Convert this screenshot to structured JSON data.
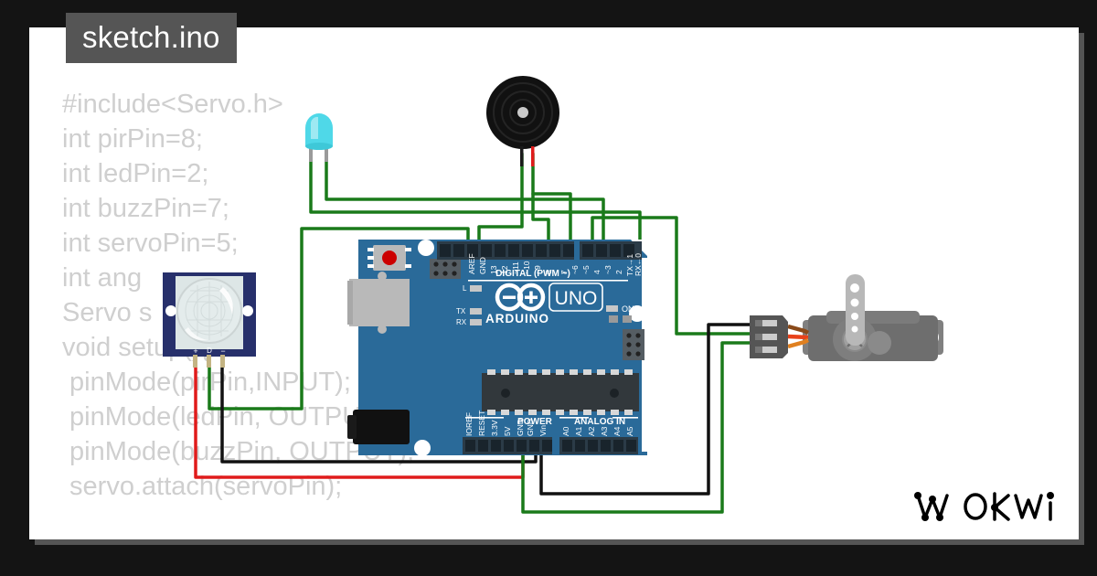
{
  "window": {
    "background_color": "#141414",
    "canvas_color": "#ffffff",
    "shadow_color": "#555555"
  },
  "file_tab": {
    "label": "sketch.ino",
    "background_color": "#555555",
    "text_color": "#ffffff"
  },
  "code": {
    "color": "#cfcfcf",
    "text": "#include<Servo.h>\nint pirPin=8;\nint ledPin=2;\nint buzzPin=7;\nint servoPin=5;\nint ang\nServo s\nvoid setup(){\n pinMode(pirPin,INPUT);\n pinMode(ledPin, OUTPUT);\n pinMode(buzzPin, OUTPUT);\n servo.attach(servoPin);"
  },
  "brand": {
    "name": "Wokwi",
    "color": "#000000"
  },
  "board": {
    "name": "Arduino Uno",
    "silk_brand": "ARDUINO",
    "silk_model": "UNO",
    "pcb_color": "#2a6a99",
    "header_color": "#2b3b47",
    "leds": [
      {
        "name": "L",
        "label": "L"
      },
      {
        "name": "TX",
        "label": "TX"
      },
      {
        "name": "RX",
        "label": "RX"
      },
      {
        "name": "ON",
        "label": "ON"
      }
    ],
    "digital_header": {
      "group_label": "DIGITAL (PWM ~)",
      "pins": [
        "AREF",
        "GND",
        "13",
        "12",
        "~11",
        "~10",
        "~9",
        "8",
        "7",
        "~6",
        "~5",
        "4",
        "~3",
        "2",
        "TX→1",
        "RX←0"
      ]
    },
    "power_header": {
      "group_label": "POWER",
      "pins": [
        "IOREF",
        "RESET",
        "3.3V",
        "5V",
        "GND",
        "GND",
        "Vin"
      ]
    },
    "analog_header": {
      "group_label": "ANALOG IN",
      "pins": [
        "A0",
        "A1",
        "A2",
        "A3",
        "A4",
        "A5"
      ]
    }
  },
  "components": [
    {
      "name": "pir-motion-sensor",
      "label": "PIR Motion Sensor",
      "pcb_color": "#27306b",
      "pins": [
        "+",
        "D",
        "−"
      ]
    },
    {
      "name": "led",
      "label": "LED",
      "color": "#4fd8e8"
    },
    {
      "name": "buzzer",
      "label": "Buzzer",
      "color": "#111111"
    },
    {
      "name": "servo-motor",
      "label": "Servo Motor",
      "body_color": "#6e6e6e",
      "horn_color": "#b8b8b8"
    }
  ],
  "wires": [
    {
      "name": "led-anode-to-d2",
      "color": "#1a7a1a"
    },
    {
      "name": "led-cathode-to-gnd",
      "color": "#1a7a1a"
    },
    {
      "name": "buzzer-to-d7",
      "color": "#1a7a1a"
    },
    {
      "name": "buzzer-gnd",
      "color": "#1a7a1a"
    },
    {
      "name": "pir-data-to-d8",
      "color": "#1a7a1a"
    },
    {
      "name": "pir-vcc-to-5v",
      "color": "#e01b1b"
    },
    {
      "name": "pir-gnd-to-gnd",
      "color": "#111111"
    },
    {
      "name": "servo-signal-to-d5",
      "color": "#1a7a1a"
    },
    {
      "name": "servo-power",
      "color": "#1a7a1a"
    },
    {
      "name": "servo-gnd",
      "color": "#111111"
    }
  ]
}
